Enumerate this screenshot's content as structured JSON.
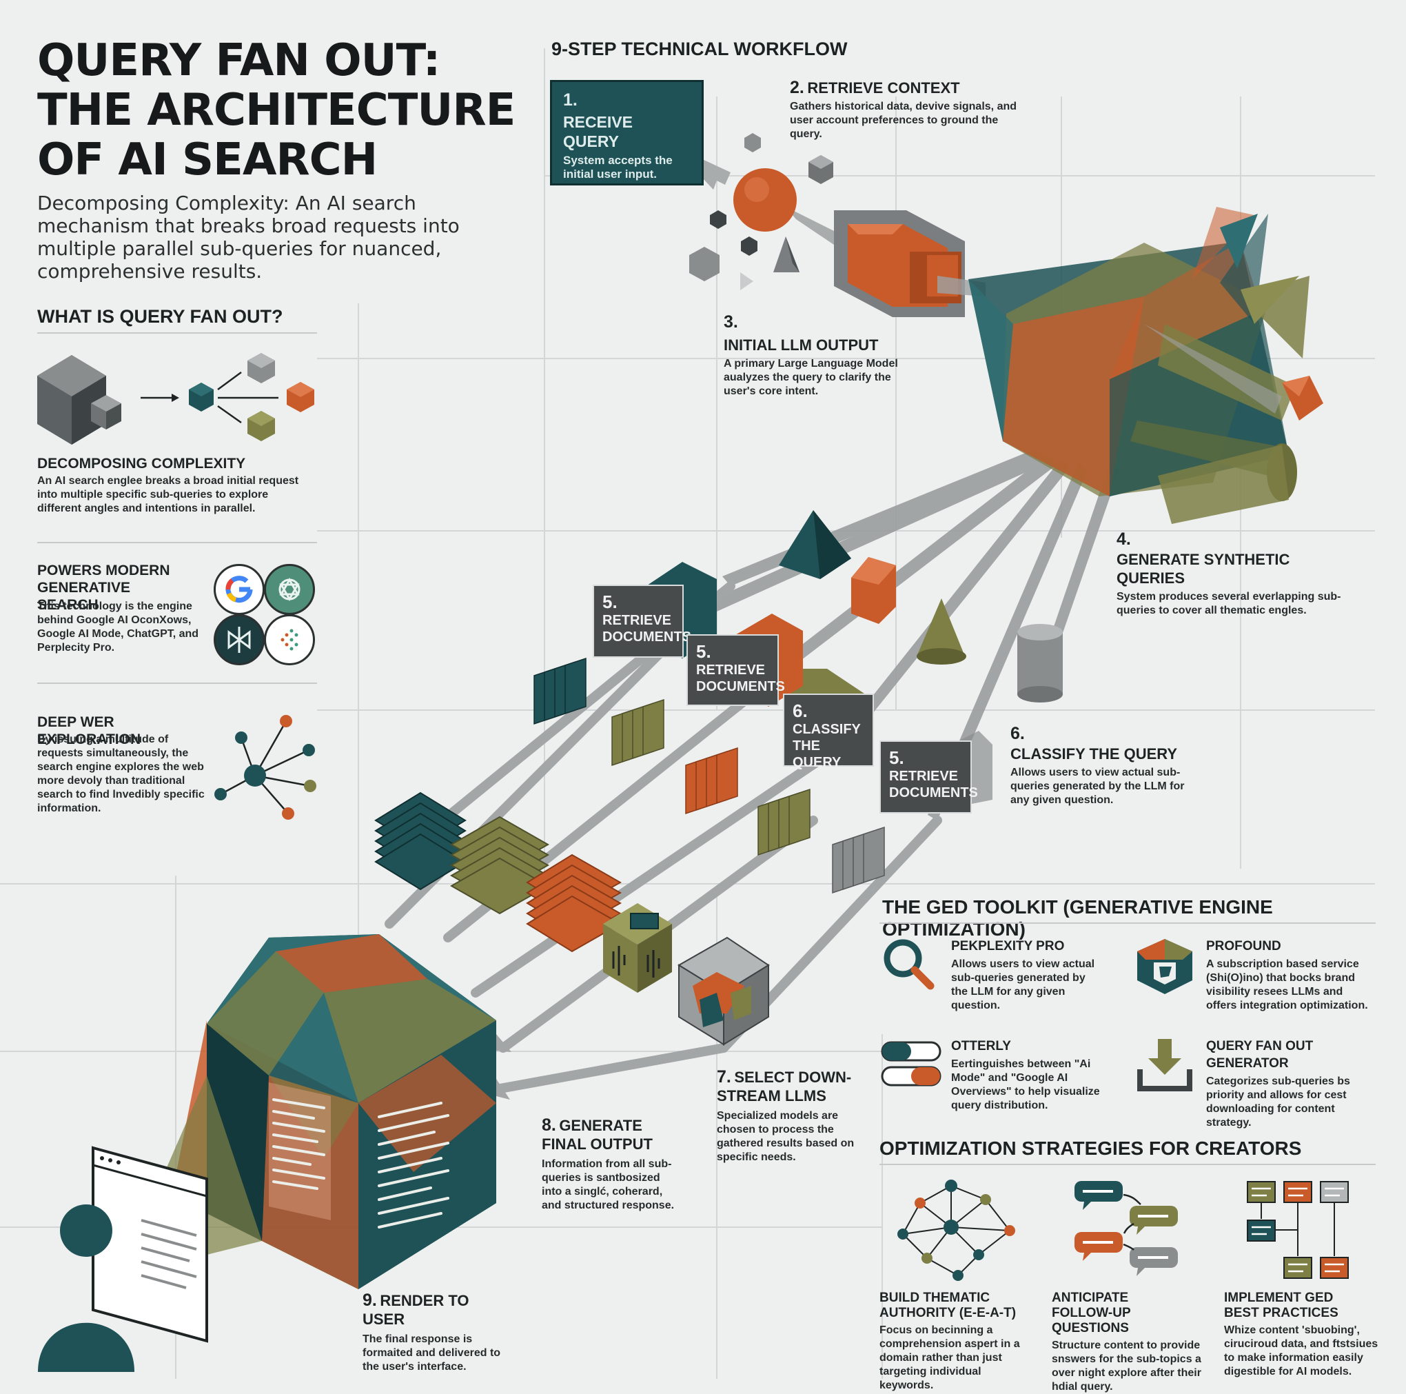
{
  "header": {
    "title_line1": "QUERY FAN OUT:",
    "title_line2": "THE ARCHITECTURE",
    "title_line3": "OF AI SEARCH",
    "subtitle": "Decomposing Complexity: An AI search mechanism that breaks broad requests into multiple parallel sub-queries for nuanced, comprehensive results."
  },
  "what_is": {
    "heading": "WHAT IS QUERY FAN OUT?",
    "items": [
      {
        "title": "DECOMPOSING COMPLEXITY",
        "text": "An AI search englee breaks a broad initial request into multiple specific sub-queries to explore different angles and intentions in parallel.",
        "icon": "decompose-cubes-icon"
      },
      {
        "title": "POWERS MODERN GENERATIVE SEARCH",
        "text": "This technology is the engine behind Google AI OconXows, Google AI Mode, ChatGPT, and Perplecity Pro.",
        "icon": "ai-engine-logos-icon"
      },
      {
        "title": "DEEP WER EXPLORATION",
        "text": "By issuing a multitude of requests simultaneously, the search engine explores the web more devoly than traditional search to find lnvedibly specific information.",
        "icon": "network-hub-icon"
      }
    ]
  },
  "workflow": {
    "heading": "9-STEP TECHNICAL WORKFLOW",
    "steps": [
      {
        "num": "1.",
        "title": "RECEIVE QUERY",
        "text": "System accepts the initial user input."
      },
      {
        "num": "2.",
        "title": "RETRIEVE CONTEXT",
        "text": "Gathers historical data, devive signals, and user account preferences to ground the query."
      },
      {
        "num": "3.",
        "title": "INITIAL LLM OUTPUT",
        "text": "A primary Large Language Model aualyzes the query to clarify the user's core intent."
      },
      {
        "num": "4.",
        "title": "GENERATE SYNTHETIC QUERIES",
        "text": "System produces several everlapping sub-queries to cover all thematic engles."
      },
      {
        "num": "6.",
        "title": "CLASSIFY THE QUERY",
        "text": "Allows users to view actual sub-queries generated by the LLM for any given question."
      },
      {
        "num": "7.",
        "title": "SELECT DOWN-STREAM LLMS",
        "text": "Specialized models are chosen to process the gathered results based on specific needs."
      },
      {
        "num": "8.",
        "title": "GENERATE FINAL OUTPUT",
        "text": "Information from all sub-queries is santbosized into a singlć, coherard, and structured response."
      },
      {
        "num": "9.",
        "title": "RENDER TO USER",
        "text": "The final response is formaited and delivered to the user's interface."
      }
    ],
    "cards": [
      {
        "num": "5.",
        "line1": "RETRIEVE",
        "line2": "DOCUMENTS"
      },
      {
        "num": "5.",
        "line1": "RETRIEVE",
        "line2": "DOCUMENTS"
      },
      {
        "num": "6.",
        "line1": "CLASSIFY",
        "line2": "THE QUERY"
      },
      {
        "num": "5.",
        "line1": "RETRIEVE",
        "line2": "DOCUMENTS"
      }
    ]
  },
  "toolkit": {
    "heading": "THE GED TOOLKIT (GENERATIVE ENGINE OPTIMIZATION)",
    "tools": [
      {
        "title": "PEKPLEXITY PRO",
        "text": "Allows users to view actual sub-queries generated by the LLM for any given question.",
        "icon": "magnifier-icon"
      },
      {
        "title": "PROFOUND",
        "text": "A subscription based service (Shi(O)ino) that bocks brand visibility resees LLMs and offers integration optimization.",
        "icon": "profound-logo-icon"
      },
      {
        "title": "OTTERLY",
        "text": "Eertinguishes between \"Ai Mode\" and \"Google AI Overviews\" to help visualize query distribution.",
        "icon": "toggle-pills-icon"
      },
      {
        "title": "QUERY FAN OUT GENERATOR",
        "text": "Categorizes sub-queries bs priority and allows for cest downloading for content strategy.",
        "icon": "download-icon"
      }
    ]
  },
  "strategies": {
    "heading": "OPTIMIZATION STRATEGIES FOR CREATORS",
    "items": [
      {
        "title_line1": "BUILD THEMATIC",
        "title_line2": "AUTHORITY (E-E-A-T)",
        "text": "Focus on becinning a comprehension aspert in a domain rather than just targeting individual keywords.",
        "icon": "knowledge-graph-icon"
      },
      {
        "title_line1": "ANTICIPATE",
        "title_line2": "FOLLOW-UP QUESTIONS",
        "text": "Structure content to provide snswers for the sub-topics a over night explore after their hdial query.",
        "icon": "chat-bubbles-icon"
      },
      {
        "title_line1": "IMPLEMENT GED",
        "title_line2": "BEST PRACTICES",
        "text": "Whize content 'sbuobing', ciruciroud data, and ftstsiues to make information easily digestible for AI models.",
        "icon": "content-blocks-icon"
      }
    ]
  },
  "colors": {
    "teal": "#1f5256",
    "orange": "#c95b2b",
    "olive": "#7d7f45",
    "gray": "#8a8d8e",
    "dark": "#2a2f30",
    "background": "#eef0ef"
  }
}
